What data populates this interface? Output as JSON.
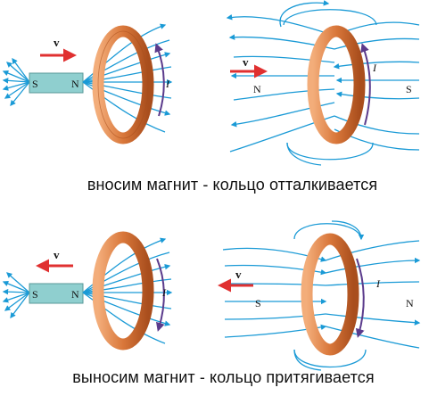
{
  "captions": {
    "push_in": "вносим магнит - кольцо отталкивается",
    "pull_out": "выносим магнит - кольцо притягивается"
  },
  "labels": {
    "velocity": "v",
    "current": "I",
    "south": "S",
    "north": "N"
  },
  "colors": {
    "field_lines": "#1a9ad6",
    "ring": "#d9773a",
    "ring_dark": "#a94e1d",
    "ring_light": "#f3ad7a",
    "magnet": "#8fcfcf",
    "velocity_arrow": "#e03030",
    "current_arrow": "#5b3b8c",
    "text": "#111111"
  }
}
